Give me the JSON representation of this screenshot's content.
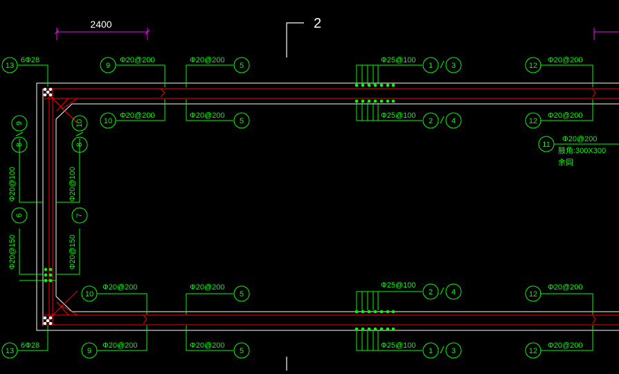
{
  "colors": {
    "background": "#000000",
    "rebar": "#00ff00",
    "outline": "#ffffff",
    "red_line": "#ff0000",
    "dimension": "#ff00ff",
    "section_mark": "#ffffff"
  },
  "dimension": {
    "value": "2400"
  },
  "section_mark": {
    "label": "2"
  },
  "top_callouts": {
    "c13_num": "13",
    "c13_text": "6Φ28",
    "c9_num": "9",
    "c9_text": "Φ20@200",
    "c5a_num": "5",
    "c5a_text": "Φ20@200",
    "c1_num": "1",
    "c3_num": "3",
    "c1_text": "Φ25@100",
    "c12_num": "12",
    "c12_text": "Φ20@200",
    "c10_num": "10",
    "c10_text": "Φ20@200",
    "c5b_num": "5",
    "c5b_text": "Φ20@200",
    "c2_num": "2",
    "c4_num": "4",
    "c2_text": "Φ25@100",
    "c12b_num": "12",
    "c12b_text": "Φ20@200"
  },
  "side_callouts": {
    "c11_num": "11",
    "c11_text": "Φ20@200",
    "c11_sub1": "腋角:300X300",
    "c11_sub2": "余同",
    "left8_num": "8",
    "left9_num": "9",
    "left_text_a": "Φ20@100",
    "left6_num": "6",
    "left_text_b": "Φ20@150",
    "right8_num": "8",
    "right10_num": "10",
    "right_text_a": "Φ20@100",
    "right7_num": "7",
    "right_text_b": "Φ20@150"
  },
  "bottom_callouts": {
    "c10_num": "10",
    "c10_text": "Φ20@200",
    "c5a_num": "5",
    "c5a_text": "Φ20@200",
    "c2_num": "2",
    "c4_num": "4",
    "c2_text": "Φ25@100",
    "c12a_num": "12",
    "c12a_text": "Φ20@200",
    "c13_num": "13",
    "c13_text": "6Φ28",
    "c9_num": "9",
    "c9_text": "Φ20@200",
    "c5b_num": "5",
    "c5b_text": "Φ20@200",
    "c1_num": "1",
    "c3_num": "3",
    "c1_text": "Φ25@100",
    "c12b_num": "12",
    "c12b_text": "Φ20@200"
  }
}
